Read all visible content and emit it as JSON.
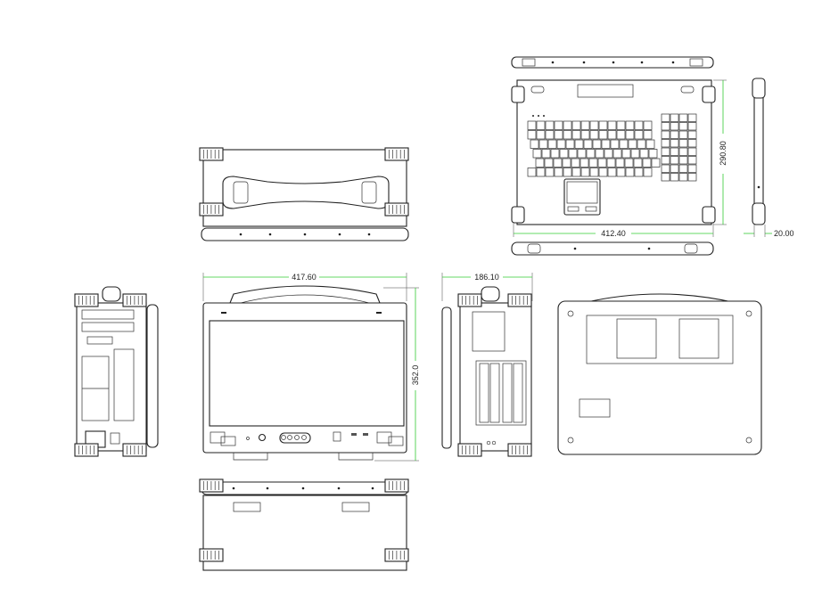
{
  "drawing": {
    "views": [
      "top-view-open",
      "top-case-view",
      "front-view",
      "left-side-view",
      "right-side-view",
      "rear-view",
      "bottom-view"
    ],
    "dimensions": {
      "keyboard_width": "412.40",
      "keyboard_depth": "290.80",
      "thickness": "20.00",
      "front_width": "417.60",
      "height": "352.0",
      "depth": "186.10"
    },
    "colors": {
      "line": "#222222",
      "dimension": "#33cc33"
    }
  }
}
